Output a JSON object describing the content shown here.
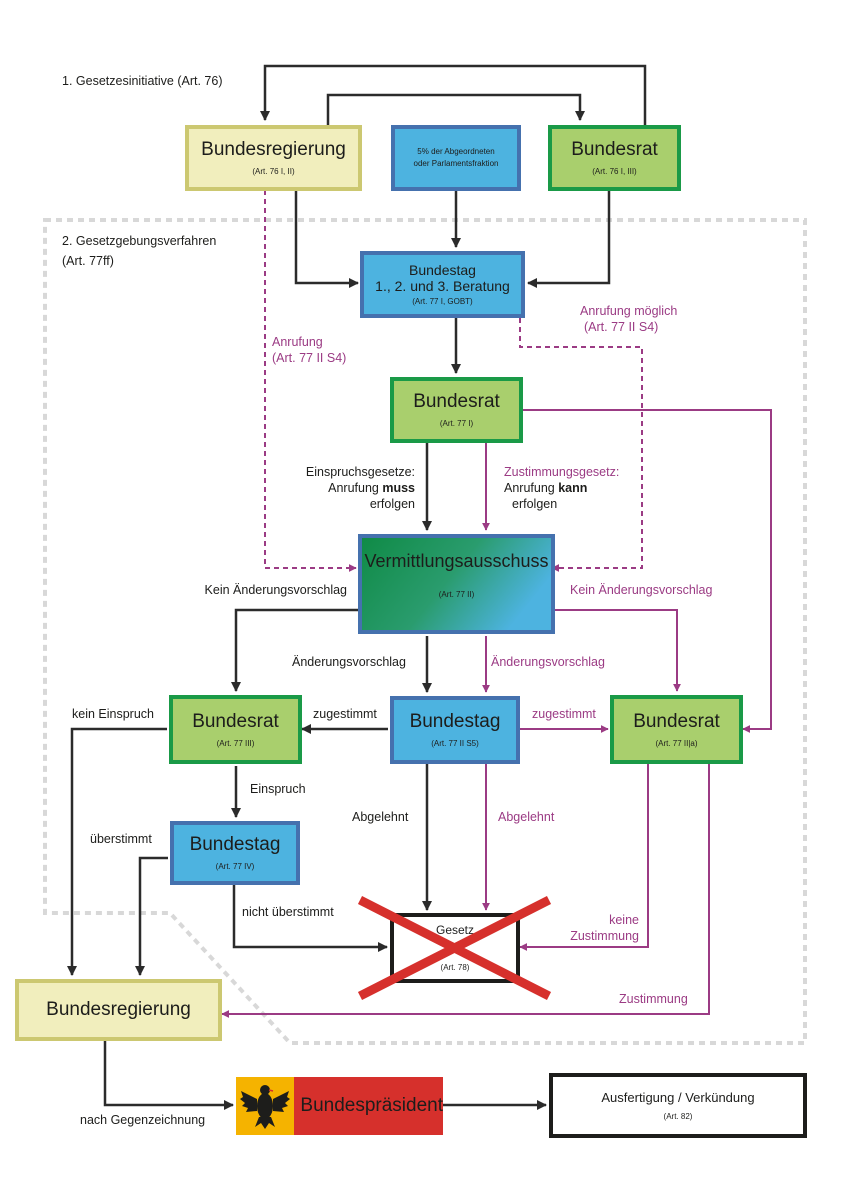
{
  "headings": {
    "initiative": "1. Gesetzesinitiative (Art. 76)",
    "procedure_line1": "2. Gesetzgebungsverfahren",
    "procedure_line2": "(Art. 77ff)"
  },
  "boxes": {
    "bundesregierung_top": {
      "title": "Bundesregierung",
      "art": "(Art. 76 I, II)"
    },
    "abgeordnete": {
      "line1": "5% der Abgeordneten",
      "line2": "oder Parlamentsfraktion"
    },
    "bundesrat_top": {
      "title": "Bundesrat",
      "art": "(Art. 76 I, III)"
    },
    "bundestag_beratung": {
      "line1": "Bundestag",
      "line2": "1., 2. und 3. Beratung",
      "art": "(Art. 77 I, GOBT)"
    },
    "bundesrat_77i": {
      "title": "Bundesrat",
      "art": "(Art. 77 I)"
    },
    "vermittlungsausschuss": {
      "title": "Vermittlungsausschuss",
      "art": "(Art. 77 II)"
    },
    "bundesrat_77iii": {
      "title": "Bundesrat",
      "art": "(Art. 77 III)"
    },
    "bundestag_77ii_s5": {
      "title": "Bundestag",
      "art": "(Art. 77 II S5)"
    },
    "bundesrat_77iia": {
      "title": "Bundesrat",
      "art": "(Art. 77 II|a)"
    },
    "bundestag_77iv": {
      "title": "Bundestag",
      "art": "(Art. 77 IV)"
    },
    "gesetz": {
      "title": "Gesetz",
      "art": "(Art. 78)"
    },
    "bundesregierung_bottom": {
      "title": "Bundesregierung"
    },
    "bundespraesident": {
      "title": "Bundespräsident"
    },
    "ausfertigung": {
      "title": "Ausfertigung / Verkündung",
      "art": "(Art. 82)"
    }
  },
  "labels": {
    "anrufung_left_1": "Anrufung",
    "anrufung_left_2": "(Art. 77 II S4)",
    "anrufung_right_1": "Anrufung möglich",
    "anrufung_right_2": "(Art. 77 II S4)",
    "einspruch_1": "Einspruchsgesetze:",
    "einspruch_2a": "Anrufung ",
    "einspruch_2b": "muss",
    "einspruch_3": "erfolgen",
    "zustimmung_1": "Zustimmungsgesetz:",
    "zustimmung_2a": "Anrufung ",
    "zustimmung_2b": "kann",
    "zustimmung_3": "erfolgen",
    "kein_aenderung_left": "Kein Änderungsvorschlag",
    "kein_aenderung_right": "Kein Änderungsvorschlag",
    "aenderung_black": "Änderungsvorschlag",
    "aenderung_magenta": "Änderungsvorschlag",
    "kein_einspruch": "kein Einspruch",
    "zugestimmt_black": "zugestimmt",
    "zugestimmt_magenta": "zugestimmt",
    "einspruch": "Einspruch",
    "ueberstimmt": "überstimmt",
    "abgelehnt_black": "Abgelehnt",
    "abgelehnt_magenta": "Abgelehnt",
    "nicht_ueberstimmt": "nicht überstimmt",
    "keine_zustimmung_1": "keine",
    "keine_zustimmung_2": "Zustimmung",
    "zustimmung": "Zustimmung",
    "nach_gegenzeichnung": "nach Gegenzeichnung"
  },
  "colors": {
    "yellow_fill": "#f1eebd",
    "yellow_border": "#ccc871",
    "green_fill": "#a9cf6d",
    "green_border": "#1a9a47",
    "blue_fill": "#4db3e0",
    "blue_border": "#4571ae",
    "magenta": "#9b3b84",
    "black": "#2b2b2b",
    "red_cross": "#d6302c",
    "praesident_fill": "#d6302c",
    "eagle_bg": "#f5b300"
  },
  "icons": [
    "eagle-icon",
    "cross-icon"
  ]
}
